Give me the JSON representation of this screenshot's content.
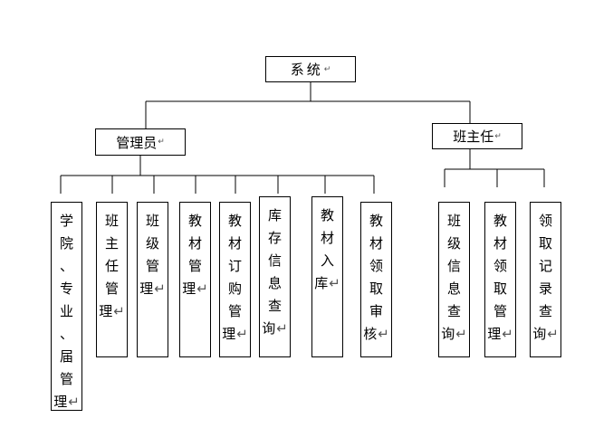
{
  "root": {
    "label": "系统"
  },
  "branches": [
    {
      "label": "管理员",
      "children": [
        "学院、专业、届管理",
        "班主任管理",
        "班级管理",
        "教材管理",
        "教材订购管理",
        "库存信息查询",
        "教材入库",
        "教材领取审核"
      ]
    },
    {
      "label": "班主任",
      "children": [
        "班级信息查询",
        "教材领取管理",
        "领取记录查询"
      ]
    }
  ],
  "return_mark": "↵"
}
